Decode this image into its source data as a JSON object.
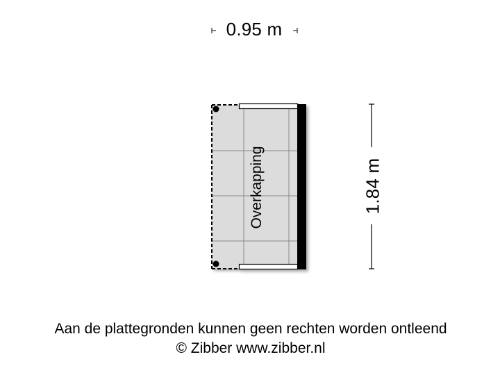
{
  "floorplan": {
    "width_dimension": "0.95 m",
    "height_dimension": "1.84 m",
    "room": {
      "label": "Overkapping",
      "fill_color": "#dcdcdc",
      "grid_color": "#888888",
      "wall_color": "#000000",
      "window_color": "#ffffff"
    }
  },
  "footer": {
    "disclaimer": "Aan de plattegronden kunnen geen rechten worden ontleend",
    "copyright": "© Zibber www.zibber.nl"
  }
}
